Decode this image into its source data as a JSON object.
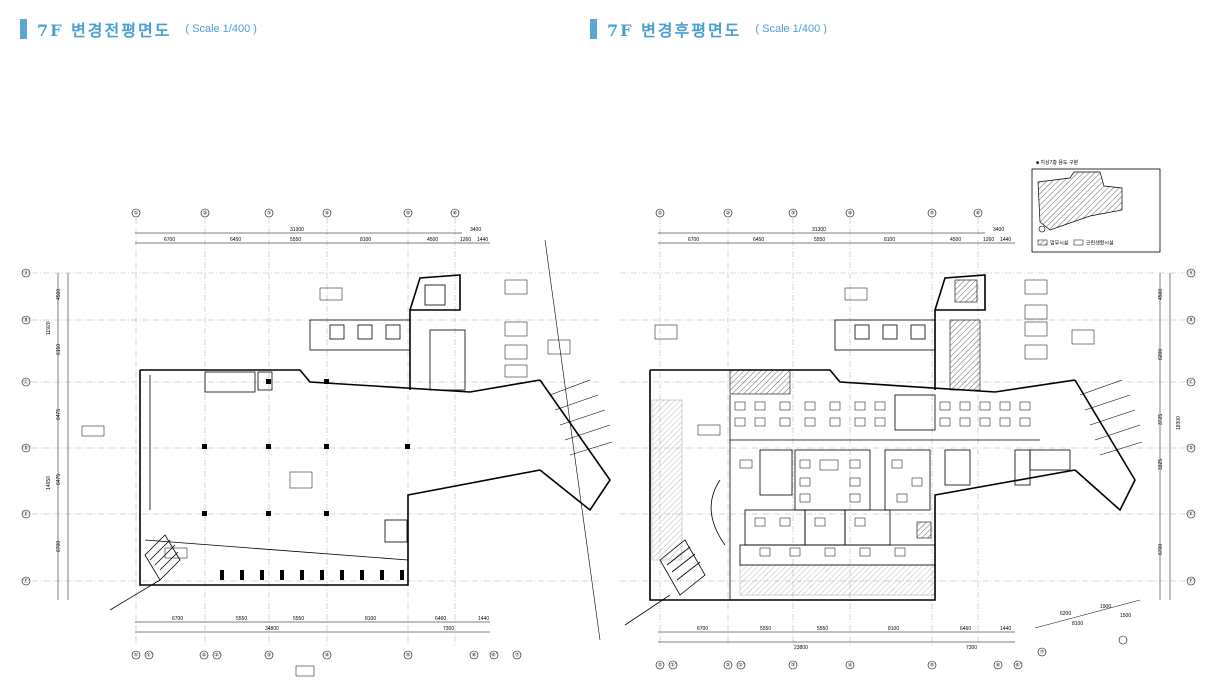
{
  "header_left": {
    "title": "7F 변경전평면도",
    "scale": "( Scale 1/400 )"
  },
  "header_right": {
    "title": "7F 변경후평면도",
    "scale": "( Scale 1/400 )"
  },
  "key_plan": {
    "title": "■ 지상7층 용도 구분",
    "legend": [
      "업무시설",
      "근린생활시설"
    ]
  },
  "plan_before": {
    "top_axes": [
      "①",
      "②",
      "③",
      "④",
      "⑤",
      "⑥"
    ],
    "total_dim": "31300",
    "extra_dim": "3400",
    "top_dims": [
      "6700",
      "6450",
      "5550",
      "8100",
      "4500",
      "1260",
      "1440"
    ],
    "bottom_dims": [
      "6700",
      "5550",
      "5550",
      "8100",
      "6460",
      "1440"
    ],
    "bottom_total": "34800",
    "bottom_right_total": "7300",
    "left_dims": [
      "4500",
      "6150",
      "6475",
      "6475",
      "6700"
    ],
    "left_totals": [
      "11920",
      "14650"
    ],
    "bottom_axes": [
      "①",
      "①'",
      "②",
      "②'",
      "③",
      "④",
      "⑤",
      "⑥",
      "⑥'",
      "⑦"
    ],
    "side_axes": [
      "Ⓐ",
      "Ⓑ",
      "Ⓒ",
      "Ⓓ",
      "Ⓔ",
      "Ⓕ"
    ]
  },
  "plan_after": {
    "top_axes": [
      "①",
      "②",
      "③",
      "④",
      "⑤",
      "⑥"
    ],
    "total_dim": "31300",
    "extra_dim": "3400",
    "top_dims": [
      "6700",
      "6450",
      "5550",
      "8100",
      "4500",
      "1260",
      "1440"
    ],
    "bottom_dims": [
      "6700",
      "5550",
      "5550",
      "8100",
      "6460",
      "1440"
    ],
    "bottom_total": "23800",
    "bottom_right_total": "7300",
    "right_dims": [
      "4500",
      "6200",
      "3725",
      "3325",
      "6700"
    ],
    "right_total": "18300",
    "bottom_axes": [
      "①",
      "①'",
      "②",
      "②'",
      "③",
      "④",
      "⑤",
      "⑥",
      "⑥'",
      "⑦"
    ],
    "side_axes": [
      "Ⓐ",
      "Ⓑ",
      "Ⓒ",
      "Ⓓ",
      "Ⓔ",
      "Ⓕ"
    ],
    "diag_dims": [
      "6200",
      "1900",
      "8100",
      "1500"
    ]
  }
}
